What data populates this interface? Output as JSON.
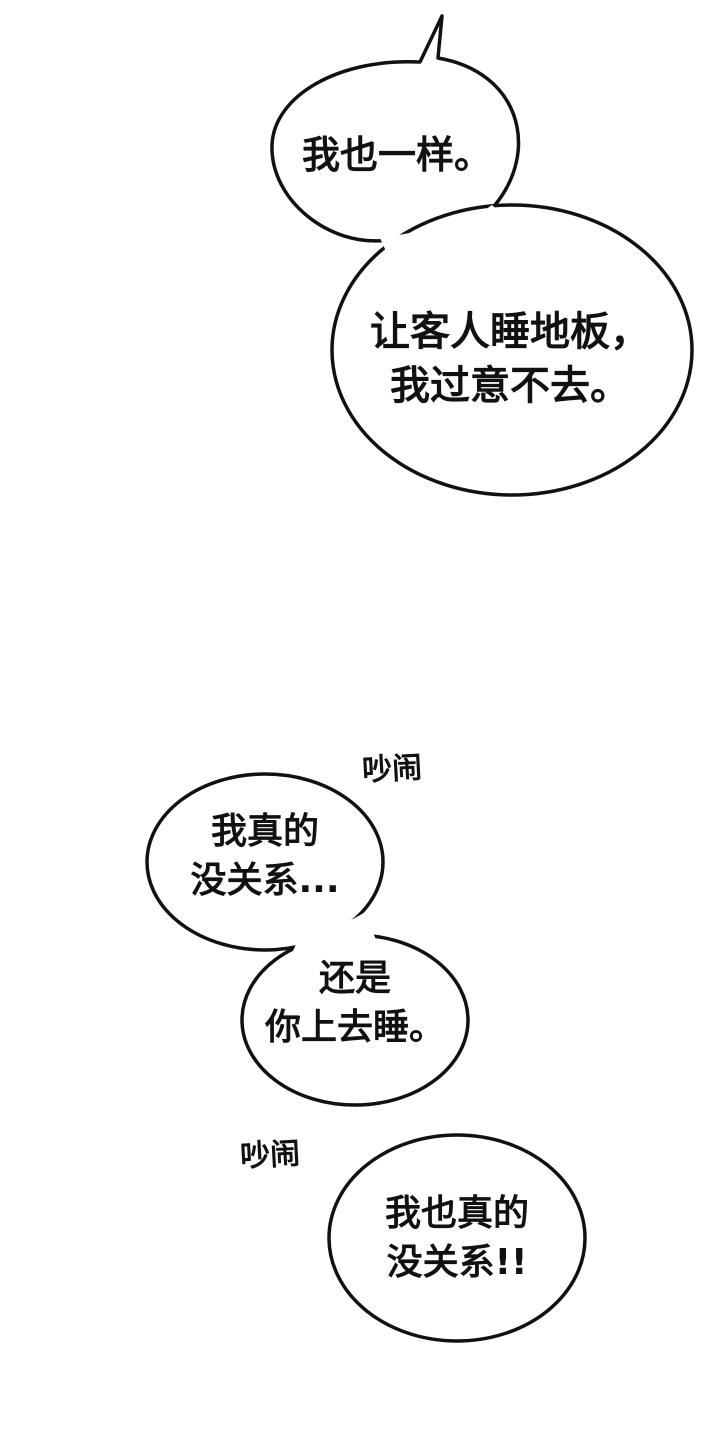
{
  "panel_1": {
    "bubble_a": {
      "text": "我也一样。"
    },
    "bubble_b": {
      "lines": [
        "让客人睡地板，",
        "我过意不去。"
      ]
    }
  },
  "panel_2": {
    "sfx_1": "吵闹",
    "bubble_c": {
      "lines": [
        "我真的",
        "没关系..."
      ]
    },
    "bubble_d": {
      "lines": [
        "还是",
        "你上去睡。"
      ]
    },
    "sfx_2": "吵闹",
    "bubble_e": {
      "lines": [
        "我也真的",
        "没关系!!"
      ]
    }
  }
}
